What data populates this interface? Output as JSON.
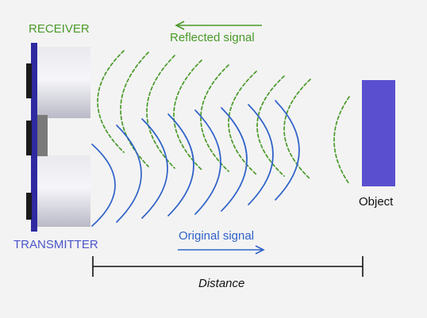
{
  "labels": {
    "receiver": "RECEIVER",
    "reflected_signal": "Reflected signal",
    "transmitter": "TRANSMITTER",
    "original_signal": "Original signal",
    "object": "Object",
    "distance": "Distance"
  },
  "colors": {
    "background": "#f3f3f3",
    "receiver_green": "#4a9a2a",
    "transmitter_blue": "#4a55c8",
    "signal_blue": "#2f62c9",
    "object_purple": "#5a4fcf",
    "board": "#2f2aa0",
    "cylinder_light": "#e9e9ee",
    "cylinder_dark": "#b9bac6",
    "crystal": "#7a7a7a",
    "pins": "#1a1a1a",
    "distance_line": "#111111"
  },
  "waves": {
    "original_count": 8,
    "reflected_count": 8
  },
  "icons": {
    "reflected_arrow": "arrow-left-icon",
    "original_arrow": "arrow-right-icon"
  }
}
